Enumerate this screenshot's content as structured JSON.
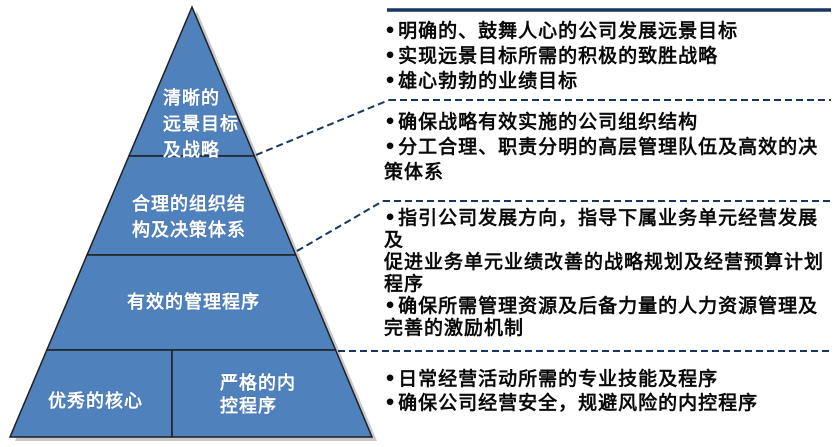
{
  "colors": {
    "pyramid_fill": "#4f81bd",
    "pyramid_border": "#1f1f1f",
    "pyramid_shadow": "#c8c8c8",
    "pyramid_label": "#ffffff",
    "accent_navy": "#17375e",
    "text_black": "#0a0a0a"
  },
  "pyramid": {
    "levels": [
      {
        "name": "vision",
        "lines": [
          "清晰的",
          "远景目标",
          "及战略"
        ]
      },
      {
        "name": "organization",
        "lines": [
          "合理的组织结",
          "构及决策体系"
        ]
      },
      {
        "name": "management",
        "lines": [
          "有效的管理程序"
        ]
      },
      {
        "name": "core",
        "lines": [
          "优秀的核心"
        ]
      },
      {
        "name": "control",
        "lines": [
          "严格的内",
          "控程序"
        ]
      }
    ]
  },
  "panel": {
    "bullet": "•",
    "blocks": [
      {
        "lines": [
          {
            "t": "明确的、鼓舞人心的公司发展远景目标"
          },
          {
            "t": "实现远景目标所需的积极的致胜战略"
          },
          {
            "t": "雄心勃勃的业绩目标"
          }
        ]
      },
      {
        "lines": [
          {
            "t": "确保战略有效实施的公司组织结构"
          },
          {
            "t": "分工合理、职责分明的高层管理队伍及高效的决"
          },
          {
            "t": "策体系"
          }
        ]
      },
      {
        "lines": [
          {
            "t": "指引公司发展方向，指导下属业务单元经营发展"
          },
          {
            "t": "及"
          },
          {
            "t": "促进业务单元业绩改善的战略规划及经营预算计划"
          },
          {
            "t": "程序"
          },
          {
            "t": "确保所需管理资源及后备力量的人力资源管理及"
          },
          {
            "t": "完善的激励机制"
          }
        ]
      },
      {
        "lines": [
          {
            "t": "日常经营活动所需的专业技能及程序"
          },
          {
            "t": "确保公司经营安全，规避风险的内控程序"
          }
        ]
      }
    ]
  }
}
